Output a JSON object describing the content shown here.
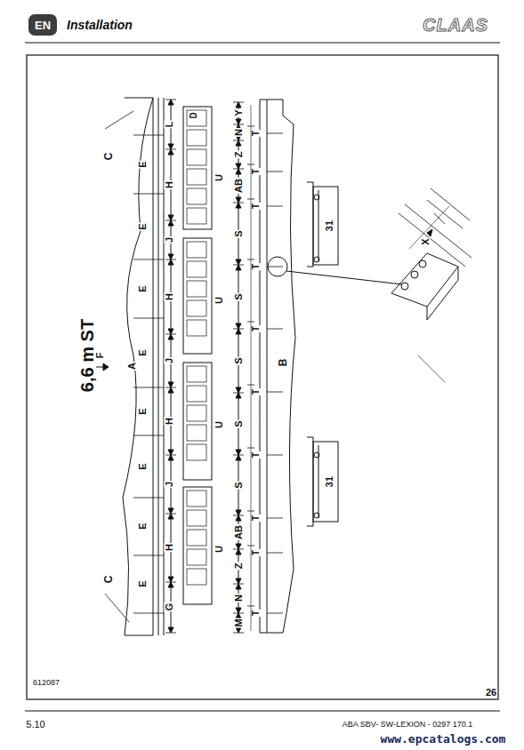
{
  "diagram": {
    "title": "Installation",
    "nodes": [
      {
        "text": [
          "EN"
        ]
      }
    ],
    "labels": [
      "CLAAS",
      "6,6 m ST",
      "C",
      "C",
      "E",
      "E",
      "E",
      "E",
      "E",
      "E",
      "E",
      "E",
      "L",
      "H",
      "J",
      "H",
      "J",
      "H",
      "J",
      "H",
      "G",
      "D",
      "Y",
      "N",
      "Z",
      "AB",
      "S",
      "S",
      "S",
      "S",
      "S",
      "AB",
      "Z",
      "N",
      "M",
      "U",
      "U",
      "U",
      "U",
      "T",
      "T",
      "T",
      "T",
      "T",
      "T",
      "T",
      "T",
      "T",
      "T",
      "F",
      "A",
      "B",
      "X",
      "31",
      "31",
      "612087",
      "26",
      "5.10",
      "ABA SBV- SW-LEXION - 0297 170.1",
      "www.epcatalogs.com"
    ]
  }
}
